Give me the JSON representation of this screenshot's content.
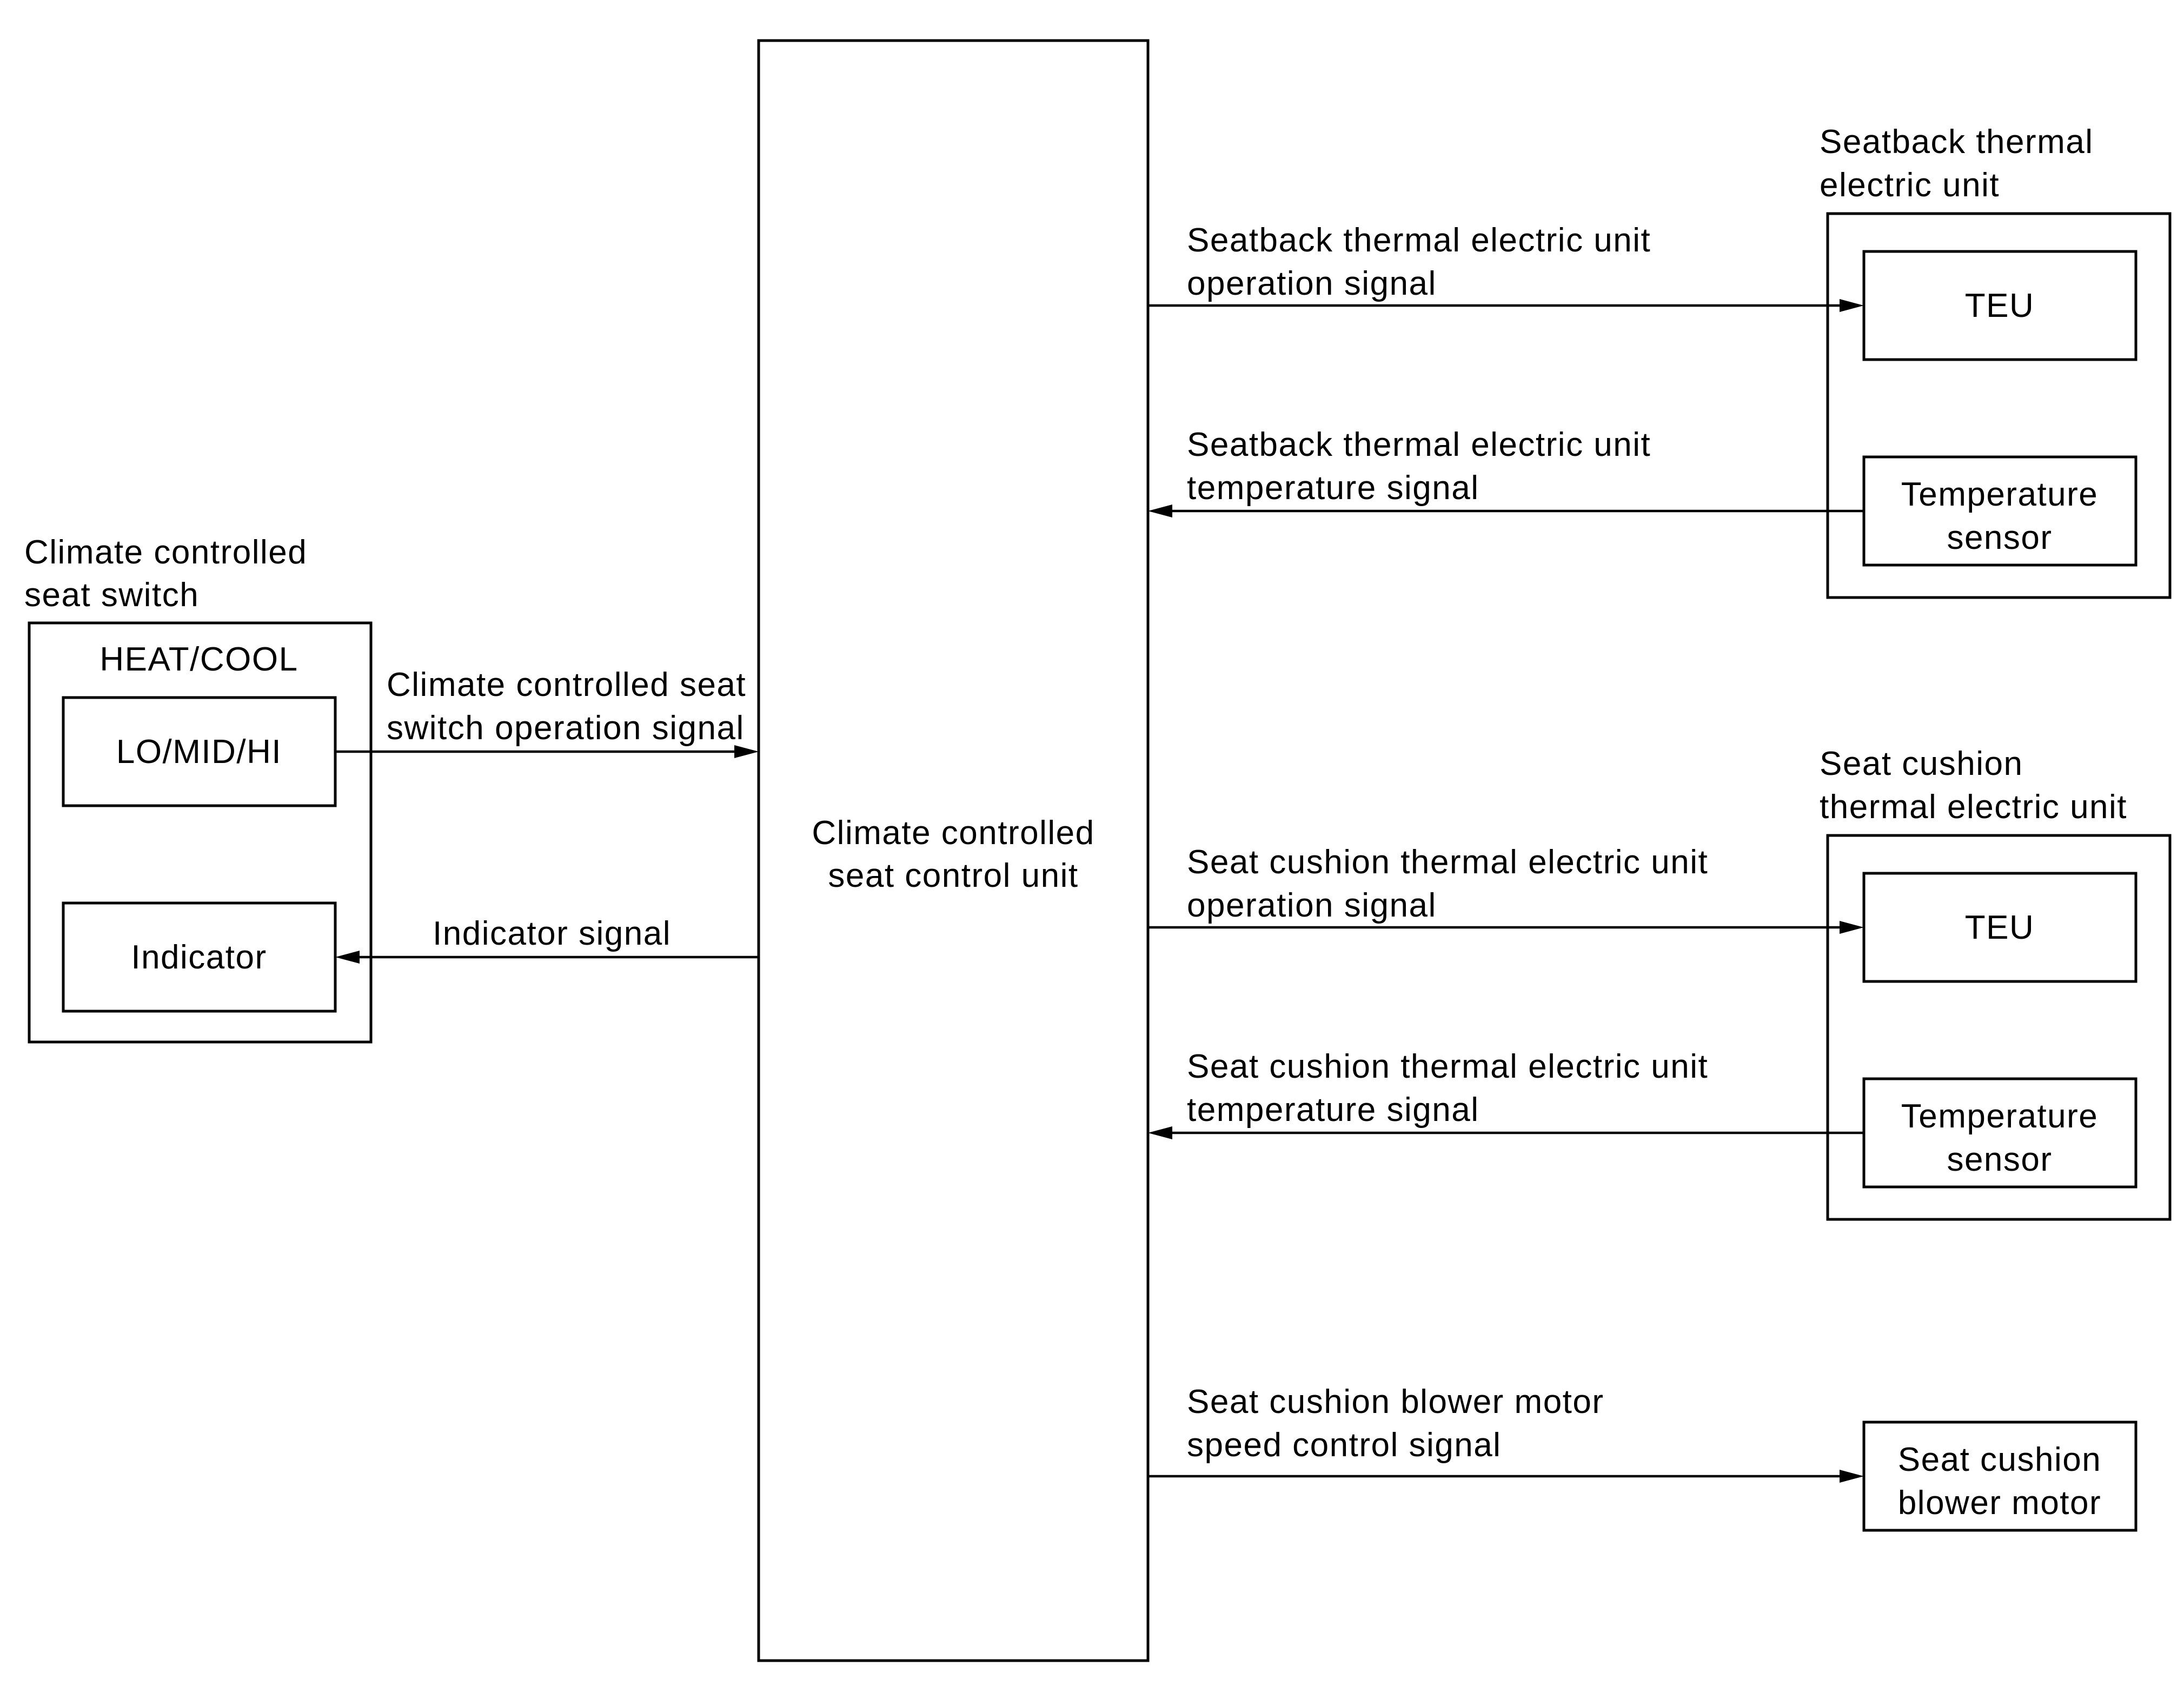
{
  "switch_group": {
    "title_line1": "Climate controlled",
    "title_line2": "seat switch",
    "mode_label": "HEAT/COOL",
    "level_box": "LO/MID/HI",
    "indicator_box": "Indicator"
  },
  "control_unit": {
    "line1": "Climate controlled",
    "line2": "seat control unit"
  },
  "seatback_unit": {
    "title_line1": "Seatback thermal",
    "title_line2": "electric unit",
    "teu_box": "TEU",
    "sensor_line1": "Temperature",
    "sensor_line2": "sensor"
  },
  "cushion_unit": {
    "title_line1": "Seat cushion",
    "title_line2": "thermal electric unit",
    "teu_box": "TEU",
    "sensor_line1": "Temperature",
    "sensor_line2": "sensor"
  },
  "blower_motor": {
    "line1": "Seat cushion",
    "line2": "blower motor"
  },
  "signals": {
    "switch_op_line1": "Climate controlled seat",
    "switch_op_line2": "switch operation signal",
    "indicator": "Indicator signal",
    "seatback_op_line1": "Seatback thermal electric unit",
    "seatback_op_line2": "operation signal",
    "seatback_temp_line1": "Seatback thermal electric unit",
    "seatback_temp_line2": "temperature signal",
    "cushion_op_line1": "Seat cushion thermal electric unit",
    "cushion_op_line2": "operation signal",
    "cushion_temp_line1": "Seat cushion thermal electric unit",
    "cushion_temp_line2": "temperature signal",
    "blower_line1": "Seat cushion blower motor",
    "blower_line2": "speed control signal"
  }
}
